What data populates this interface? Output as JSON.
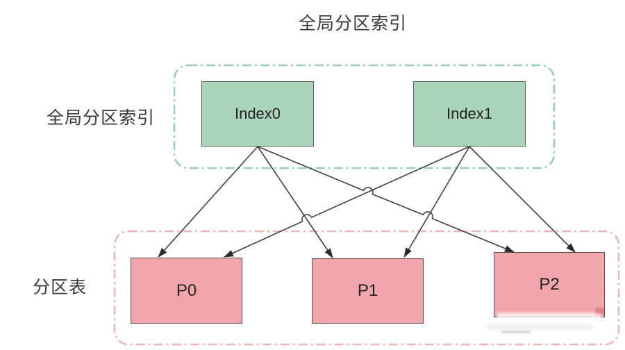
{
  "title": "全局分区索引",
  "groups": [
    {
      "name": "index-group",
      "label": "全局分区索引",
      "nodes": [
        {
          "label": "Index0"
        },
        {
          "label": "Index1"
        }
      ]
    },
    {
      "name": "partition-group",
      "label": "分区表",
      "nodes": [
        {
          "label": "P0"
        },
        {
          "label": "P1"
        },
        {
          "label": "P2"
        }
      ]
    }
  ],
  "edges": [
    {
      "from": "Index0",
      "to": "P0"
    },
    {
      "from": "Index0",
      "to": "P1"
    },
    {
      "from": "Index0",
      "to": "P2"
    },
    {
      "from": "Index1",
      "to": "P0"
    },
    {
      "from": "Index1",
      "to": "P1"
    },
    {
      "from": "Index1",
      "to": "P2"
    }
  ],
  "colors": {
    "index_node_fill": "#abd5bb",
    "index_group_border": "#93cdbc",
    "partition_node_fill": "#f0a6aa",
    "partition_group_border": "#f0b3b3",
    "edge_line": "#3f3f3f",
    "arrowhead": "#2b2b2b",
    "text": "#3a3a3a"
  }
}
